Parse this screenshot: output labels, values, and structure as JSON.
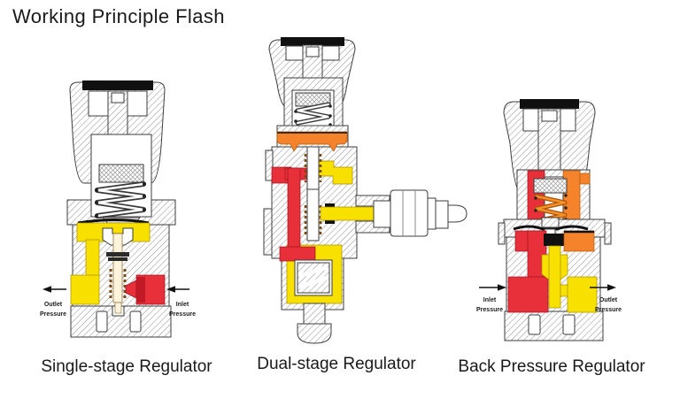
{
  "title": "Working Principle Flash",
  "colors": {
    "yellow": "#F8E000",
    "red": "#E8303A",
    "orange": "#F5832B",
    "ink": "#1A1A1A"
  },
  "figures": {
    "single": {
      "caption": "Single-stage Regulator",
      "outlet_label": {
        "line1": "Outlet",
        "line2": "Pressure"
      },
      "inlet_label": {
        "line1": "Inlet",
        "line2": "Pressure"
      }
    },
    "dual": {
      "caption": "Dual-stage Regulator"
    },
    "back": {
      "caption": "Back Pressure Regulator",
      "inlet_label": {
        "line1": "Inlet",
        "line2": "Pressure"
      },
      "outlet_label": {
        "line1": "Outlet",
        "line2": "Pressure"
      }
    }
  }
}
